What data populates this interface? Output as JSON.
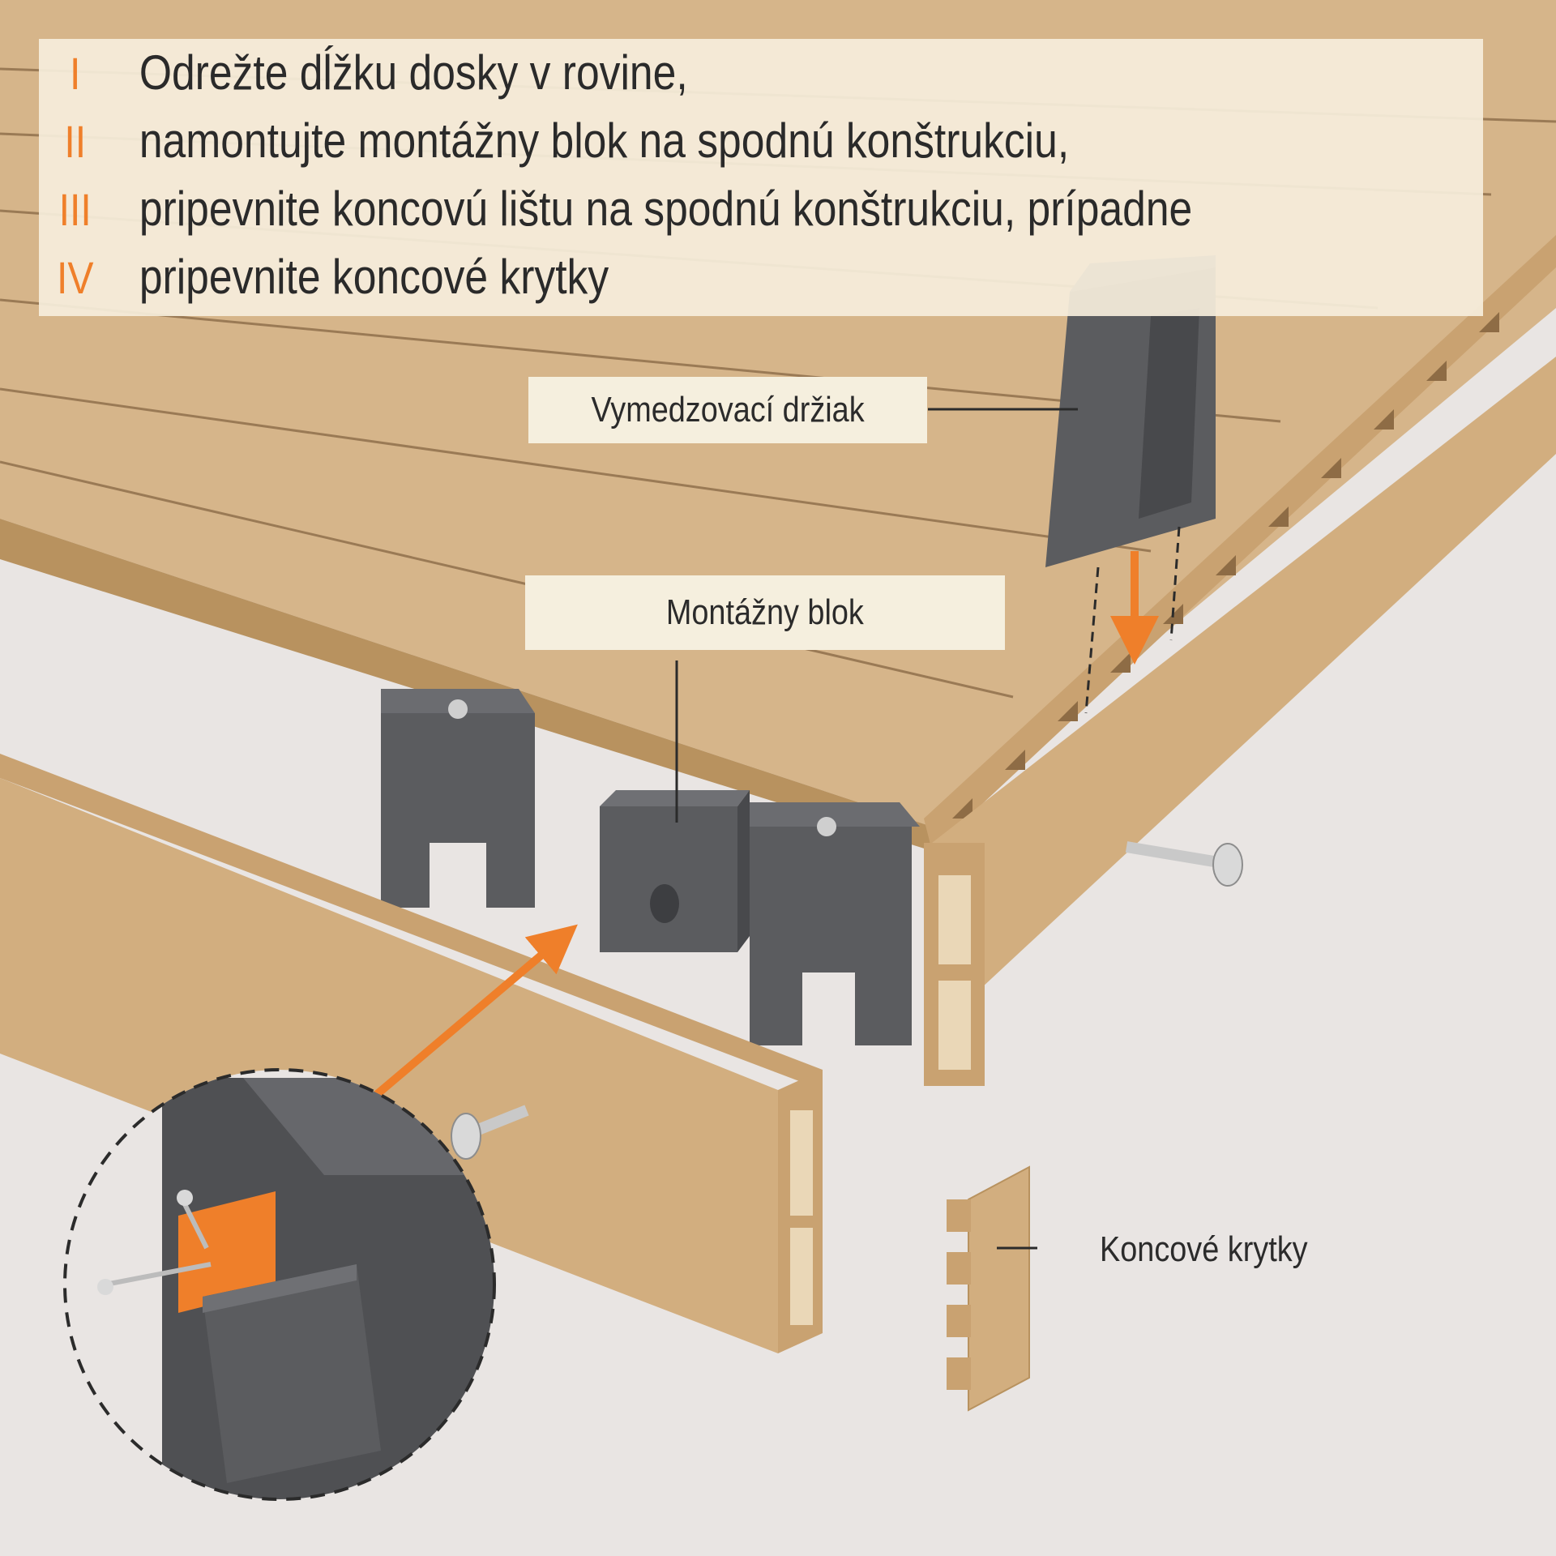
{
  "steps": [
    {
      "num": "I",
      "text": "Odrežte dĺžku dosky v rovine,"
    },
    {
      "num": "II",
      "text": "namontujte montážny blok na spodnú konštrukciu,"
    },
    {
      "num": "III",
      "text": "pripevnite koncovú lištu na spodnú konštrukciu, prípadne"
    },
    {
      "num": "IV",
      "text": "pripevnite koncové krytky"
    }
  ],
  "labels": {
    "spacer": "Vymedzovací držiak",
    "mounting_block": "Montážny blok",
    "end_caps": "Koncové krytky"
  },
  "colors": {
    "board": "#d6b58a",
    "board_dark": "#b8925f",
    "board_side": "#c9a271",
    "plastic": "#5b5c5f",
    "plastic_dark": "#404144",
    "accent": "#ef7f2a",
    "background": "#e9e5e3"
  }
}
